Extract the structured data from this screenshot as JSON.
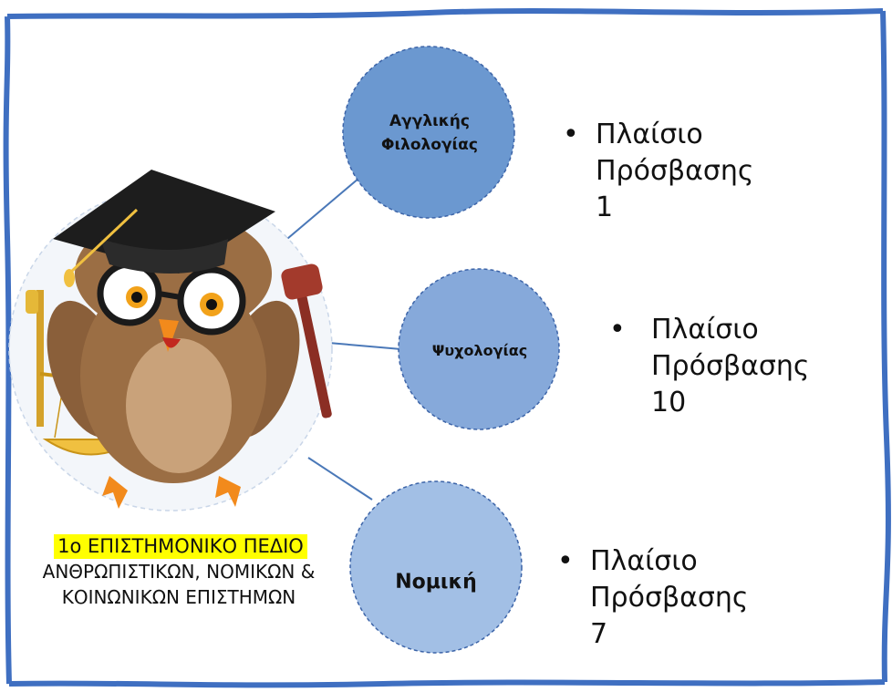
{
  "colors": {
    "frame": "#3f6fc1",
    "connector": "#4a78b8",
    "node_top": "#6b98d0",
    "node_mid": "#86a9da",
    "node_bottom": "#a2bfe5",
    "node_border": "#3c64a8",
    "highlight": "#ffff00"
  },
  "center_image": {
    "icon": "owl-graduate-with-gavel-and-scales-icon"
  },
  "caption": {
    "line1": "1ο ΕΠΙΣΤΗΜΟΝΙΚΟ ΠΕΔΙΟ",
    "line2": "ΑΝΘΡΩΠΙΣΤΙΚΩΝ, ΝΟΜΙΚΩΝ &",
    "line3": "ΚΟΙΝΩΝΙΚΩΝ ΕΠΙΣΤΗΜΩΝ"
  },
  "departments": [
    {
      "name": "Αγγλικής\nΦιλολογίας",
      "bullet": "•",
      "detail": "Πλαίσιο\nΠρόσβασης 1"
    },
    {
      "name": "Ψυχολογίας",
      "bullet": "•",
      "detail": "Πλαίσιο\nΠρόσβασης 10"
    },
    {
      "name": "Νομική",
      "bullet": "•",
      "detail": "Πλαίσιο\nΠρόσβασης 7"
    }
  ]
}
